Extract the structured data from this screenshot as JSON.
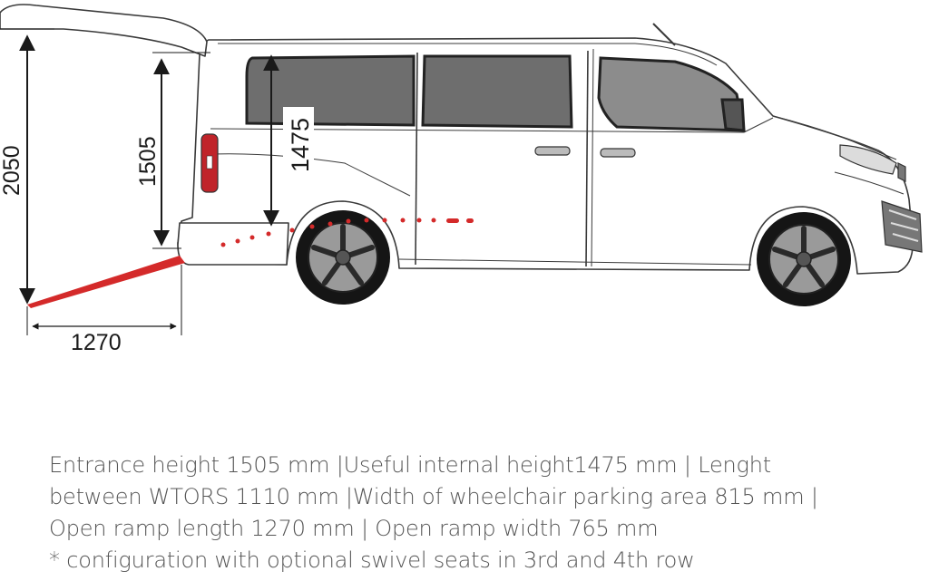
{
  "colors": {
    "dimension_line": "#1a1a1a",
    "ramp": "#d42a2a",
    "vehicle_outline": "#3a3a3a",
    "glass": "#6e6e6e",
    "caption_text": "#555555"
  },
  "dimensions": {
    "overall_height": "2050",
    "entrance_height": "1505",
    "internal_height": "1475",
    "ramp_length": "1270"
  },
  "caption": {
    "line1": "Entrance height 1505 mm |Useful internal height1475 mm | Lenght",
    "line2": "between WTORS 1110 mm |Width of wheelchair parking area 815 mm |",
    "line3": "Open ramp length 1270 mm | Open ramp width 765 mm",
    "line4": "* configuration with optional swivel seats in 3rd and 4th row"
  }
}
